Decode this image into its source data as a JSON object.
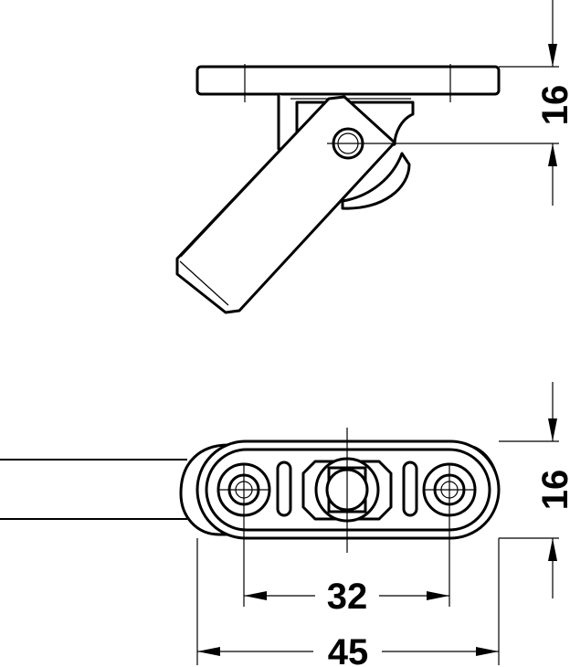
{
  "dimensions": {
    "top_height": "16",
    "bottom_height": "16",
    "hole_spacing": "32",
    "overall_width": "45"
  }
}
